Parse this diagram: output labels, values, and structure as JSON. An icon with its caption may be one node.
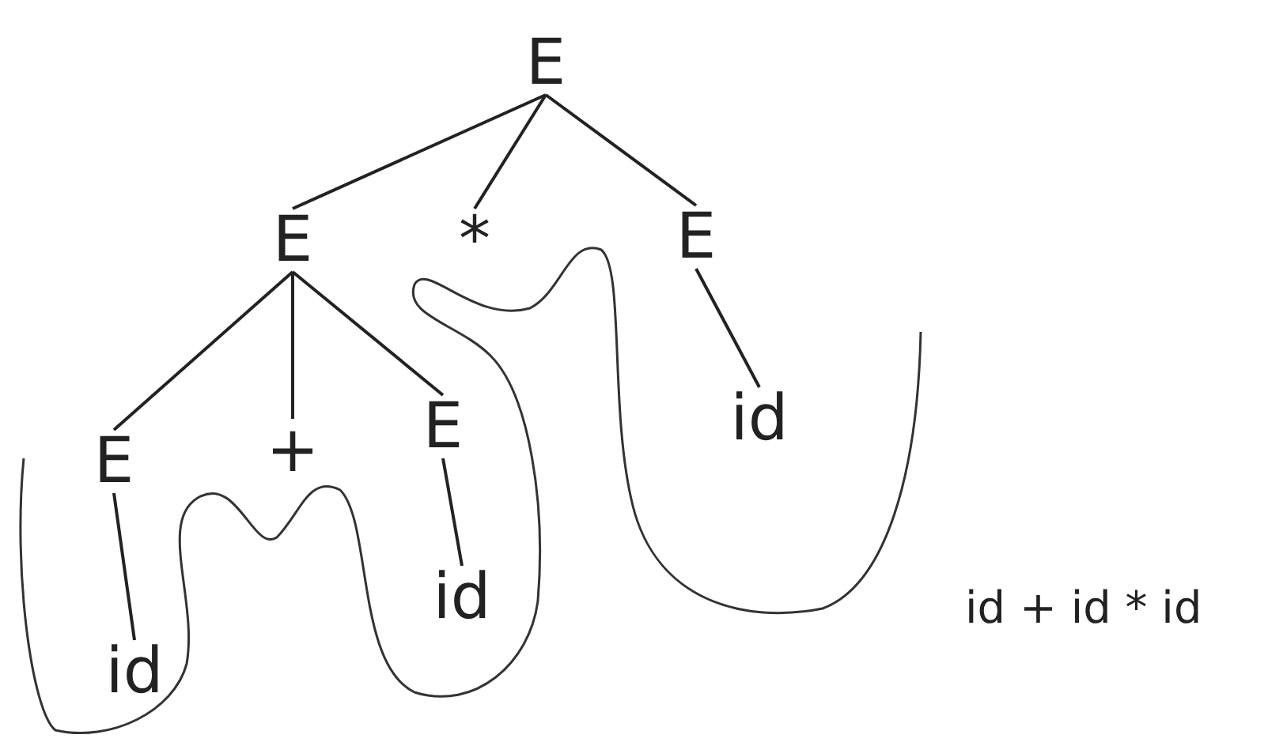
{
  "diagram": {
    "nodes": [
      {
        "text": [
          "E"
        ]
      },
      {
        "text": [
          "E"
        ]
      },
      {
        "text": [
          "*"
        ]
      },
      {
        "text": [
          "E"
        ]
      },
      {
        "text": [
          "E"
        ]
      },
      {
        "text": [
          "+"
        ]
      },
      {
        "text": [
          "E"
        ]
      },
      {
        "text": [
          "id"
        ]
      },
      {
        "text": [
          "id"
        ]
      },
      {
        "text": [
          "id"
        ]
      }
    ],
    "edges": [
      {
        "from": 0,
        "to": 1,
        "arrow": "none"
      },
      {
        "from": 0,
        "to": 2,
        "arrow": "none"
      },
      {
        "from": 0,
        "to": 3,
        "arrow": "none"
      },
      {
        "from": 1,
        "to": 4,
        "arrow": "none"
      },
      {
        "from": 1,
        "to": 5,
        "arrow": "none"
      },
      {
        "from": 1,
        "to": 6,
        "arrow": "none"
      },
      {
        "from": 4,
        "to": 7,
        "arrow": "none"
      },
      {
        "from": 6,
        "to": 8,
        "arrow": "none"
      },
      {
        "from": 3,
        "to": 9,
        "arrow": "none"
      }
    ],
    "labels": [
      "id + id * id"
    ]
  }
}
